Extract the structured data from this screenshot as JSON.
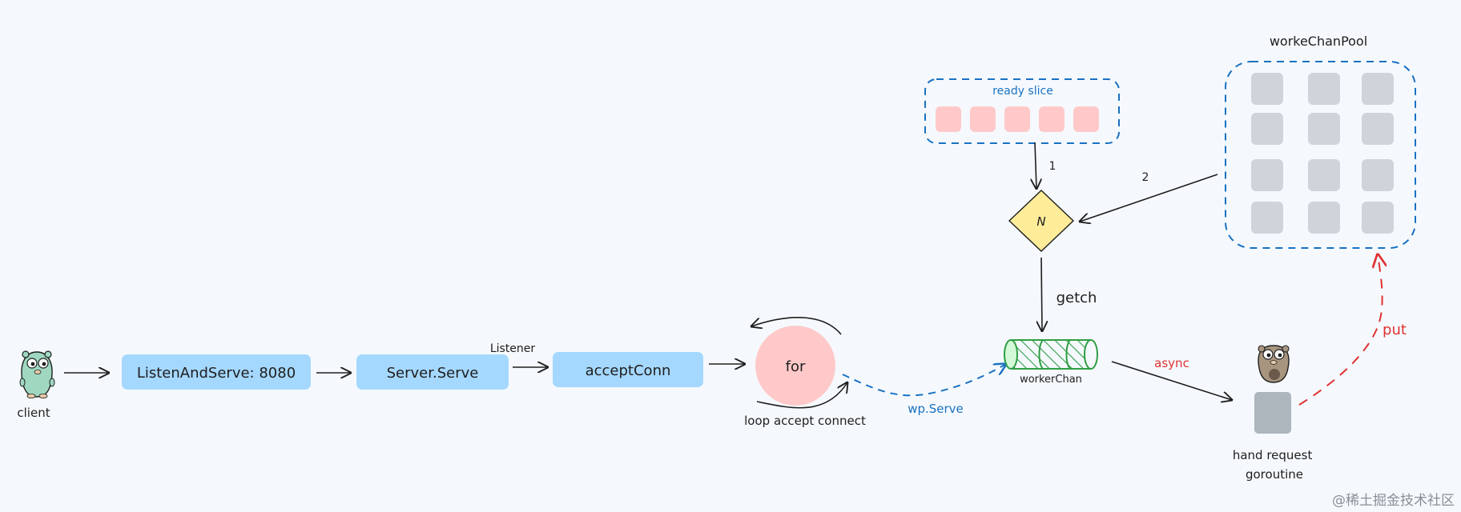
{
  "client": {
    "label": "client"
  },
  "nodes": {
    "listen_and_serve": "ListenAndServe: 8080",
    "server_serve": "Server.Serve",
    "accept_conn": "acceptConn",
    "for_loop": "for",
    "worker_chan": "workerChan",
    "diamond": "N",
    "hand_request": "hand request\ngoroutine"
  },
  "edges": {
    "listener": "Listener",
    "loop_accept": "loop accept connect",
    "wp_serve": "wp.Serve",
    "async": "async",
    "getch": "getch",
    "put": "put",
    "step1": "1",
    "step2": "2"
  },
  "groups": {
    "ready_slice": {
      "label": "ready slice",
      "slot_count": 5,
      "slot_color": "#ffc9c9"
    },
    "worker_chan_pool": {
      "label": "workeChanPool",
      "rows": 4,
      "cols": 3,
      "slot_color": "#d0d4da"
    }
  },
  "watermark": "@稀土掘金技术社区",
  "colors": {
    "box_blue": "#a5d8ff",
    "circle_pink": "#ffc9c9",
    "diamond_yellow": "#ffec99",
    "dashed_blue": "#1971c2",
    "green": "#2f9e44",
    "red": "#e03131",
    "goroutine_gray": "#adb5bd"
  }
}
